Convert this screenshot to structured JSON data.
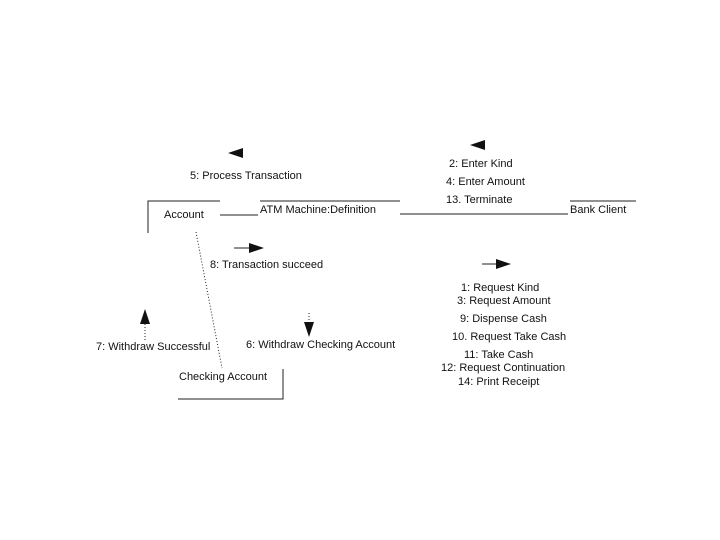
{
  "objects": {
    "account": "Account",
    "atm": "ATM Machine:Definition",
    "bank_client": "Bank Client",
    "checking_account": "Checking Account"
  },
  "messages": {
    "m2": "2: Enter Kind",
    "m4": "4: Enter Amount",
    "m13": "13. Terminate",
    "m5": "5: Process Transaction",
    "m8": "8: Transaction succeed",
    "m1": "1: Request Kind",
    "m3": "3: Request Amount",
    "m9": "9: Dispense Cash",
    "m10": "10. Request Take Cash",
    "m11": "11: Take Cash",
    "m12": "12: Request Continuation",
    "m14": "14: Print Receipt",
    "m7": "7: Withdraw Successful",
    "m6": "6: Withdraw Checking Account"
  }
}
